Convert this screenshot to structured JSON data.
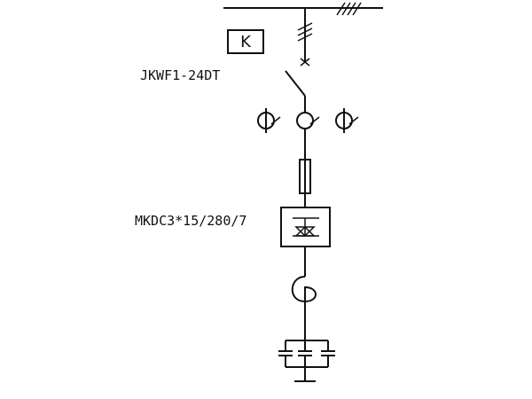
{
  "diagram": {
    "control_box_label": "K",
    "switch_label": "JKWF1-24DT",
    "module_label": "MKDC3*15/280/7"
  }
}
